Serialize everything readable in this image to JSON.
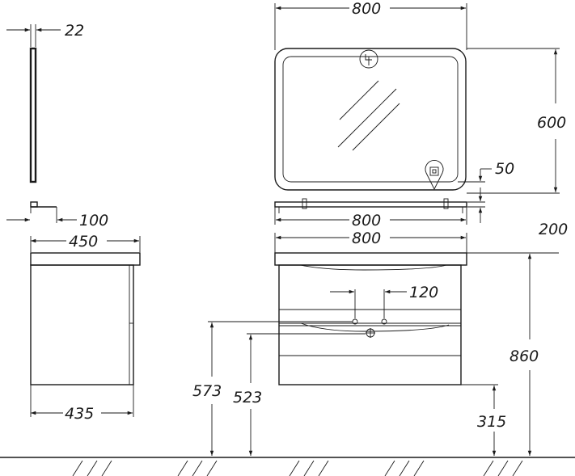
{
  "dimensions": {
    "mirror_width": "800",
    "mirror_height": "600",
    "mirror_depth": "22",
    "mirror_corner": "50",
    "shelf_depth": "100",
    "shelf_width": "800",
    "shelf_height": "200",
    "cabinet_width": "800",
    "cabinet_depth_top": "450",
    "cabinet_depth_bottom": "435",
    "tap_spacing": "120",
    "tap_height": "573",
    "drain_height": "523",
    "top_height": "860",
    "cabinet_bottom_height": "315"
  },
  "icons": {
    "mirror_light": "light-switch-icon",
    "mirror_socket": "socket-icon"
  },
  "colors": {
    "line": "#1a1a1a",
    "background": "#ffffff"
  }
}
